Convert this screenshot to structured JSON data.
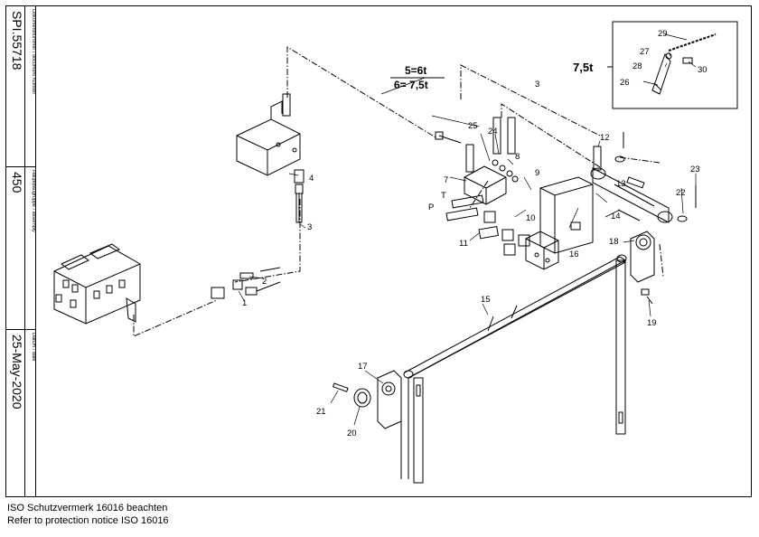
{
  "title_block": {
    "doc_label": "Dokumentnummer / document number",
    "doc_number": "SPI.55718",
    "assembly_label": "Hauptbaugruppe / assembly",
    "assembly_number": "450",
    "date_label": "Datum / date",
    "date_value": "25-May-2020"
  },
  "footer": {
    "line1": "ISO Schutzvermerk 16016 beachten",
    "line2": "Refer to protection notice ISO 16016"
  },
  "callouts": {
    "n1": "1",
    "n2": "2",
    "n3": "3",
    "n3b": "3",
    "n4": "4",
    "n7": "7",
    "n8": "8",
    "n9": "9",
    "n10": "10",
    "n11": "11",
    "n12": "12",
    "n13": "13",
    "n14": "14",
    "n15": "15",
    "n16": "16",
    "n17": "17",
    "n18": "18",
    "n19": "19",
    "n20": "20",
    "n21": "21",
    "n22": "22",
    "n23": "23",
    "n24": "24",
    "n25": "25",
    "n26": "26",
    "n27": "27",
    "n28": "28",
    "n29": "29",
    "n30": "30",
    "p": "P",
    "t": "T"
  },
  "variants": {
    "line1": "5=6t",
    "line2": "6= 7,5t",
    "inset_label": "7,5t"
  }
}
